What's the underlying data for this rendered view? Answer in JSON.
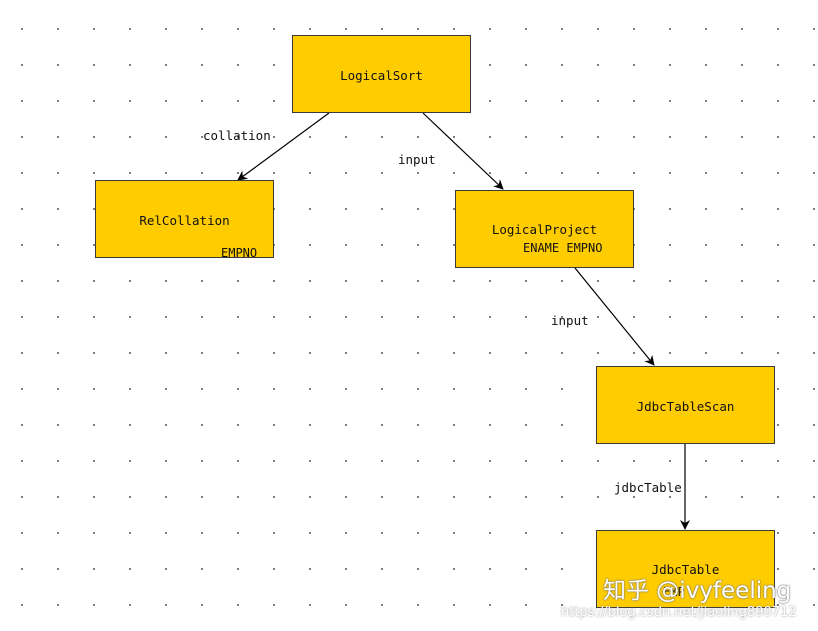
{
  "nodes": {
    "logical_sort": {
      "name": "LogicalSort"
    },
    "rel_collation": {
      "name": "RelCollation",
      "sub": "EMPNO"
    },
    "logical_project": {
      "name": "LogicalProject",
      "sub": "ENAME EMPNO"
    },
    "jdbc_table_scan": {
      "name": "JdbcTableScan"
    },
    "jdbc_table": {
      "name": "JdbcTable",
      "sub": "EMP"
    }
  },
  "edges": {
    "sort_to_collation": {
      "label": "collation"
    },
    "sort_to_project": {
      "label": "input"
    },
    "project_to_scan": {
      "label": "input"
    },
    "scan_to_table": {
      "label": "jdbcTable"
    }
  },
  "watermark": {
    "main": "知乎 @ivyfeeling",
    "url": "https://blog.csdn.net/jiaoling890712"
  },
  "colors": {
    "node_fill": "#ffcc00",
    "node_border": "#3a3a3a",
    "edge": "#000000",
    "grid_dot": "#5a5a5a"
  }
}
